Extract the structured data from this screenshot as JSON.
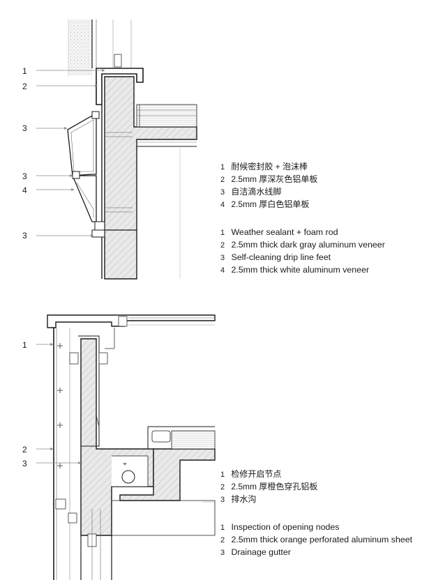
{
  "detail_top": {
    "callouts": [
      "1",
      "2",
      "3",
      "3",
      "4",
      "3"
    ],
    "legend_zh": [
      {
        "n": "1",
        "text": "耐候密封胶 + 泡沫棒"
      },
      {
        "n": "2",
        "text": "2.5mm 厚深灰色铝单板"
      },
      {
        "n": "3",
        "text": "自洁滴水线脚"
      },
      {
        "n": "4",
        "text": "2.5mm 厚白色铝单板"
      }
    ],
    "legend_en": [
      {
        "n": "1",
        "text": "Weather sealant + foam rod"
      },
      {
        "n": "2",
        "text": "2.5mm thick dark gray aluminum veneer"
      },
      {
        "n": "3",
        "text": "Self-cleaning drip line feet"
      },
      {
        "n": "4",
        "text": "2.5mm thick white aluminum veneer"
      }
    ]
  },
  "detail_bottom": {
    "callouts": [
      "1",
      "2",
      "3"
    ],
    "legend_zh": [
      {
        "n": "1",
        "text": "检修开启节点"
      },
      {
        "n": "2",
        "text": "2.5mm 厚橙色穿孔铝板"
      },
      {
        "n": "3",
        "text": "排水沟"
      }
    ],
    "legend_en": [
      {
        "n": "1",
        "text": "Inspection of opening nodes"
      },
      {
        "n": "2",
        "text": "2.5mm thick orange perforated aluminum sheet"
      },
      {
        "n": "3",
        "text": "Drainage gutter"
      }
    ]
  },
  "colors": {
    "line": "#1a1a1a",
    "leader": "#8a8a8a",
    "concrete_fill": "#e6e6e6",
    "insulation_fill": "#f2f2f2"
  }
}
